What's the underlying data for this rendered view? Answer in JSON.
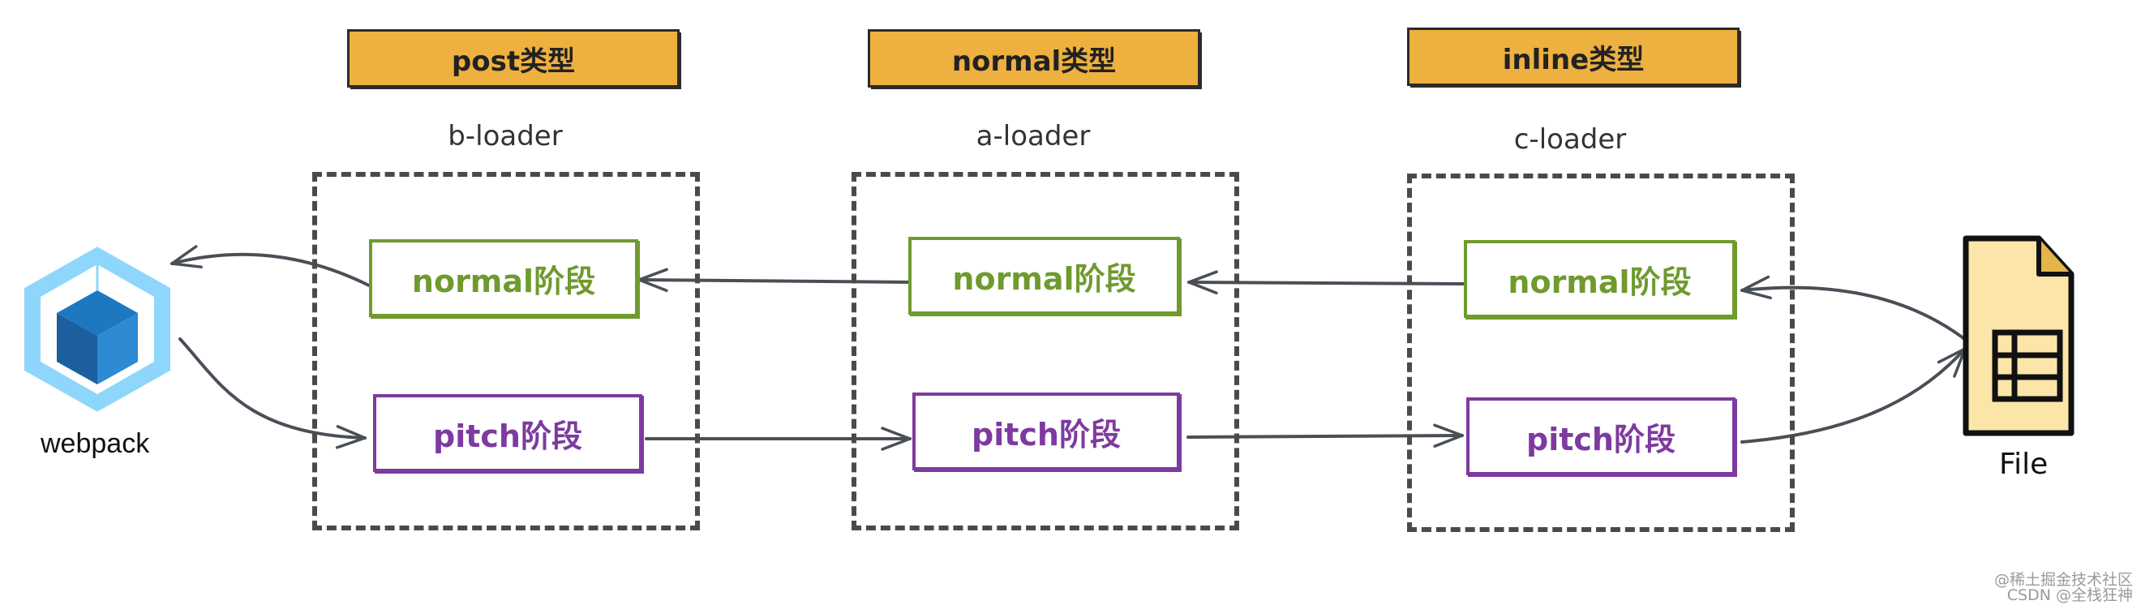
{
  "tags": {
    "post": "post类型",
    "normal": "normal类型",
    "inline": "inline类型"
  },
  "loaders": {
    "b": "b-loader",
    "a": "a-loader",
    "c": "c-loader"
  },
  "stages": {
    "normal": "normal阶段",
    "pitch": "pitch阶段"
  },
  "webpack": {
    "label": "webpack"
  },
  "file": {
    "label": "File"
  },
  "watermark": {
    "line1": "@稀土掘金技术社区",
    "line2": "CSDN @全栈狂神"
  },
  "colors": {
    "tag_fill": "#eeb03f",
    "normal_stage": "#6f9a2e",
    "pitch_stage": "#7d3aa0",
    "arrow": "#4a4f57",
    "webpack_light": "#8ed6fb",
    "webpack_dark": "#1c78c0",
    "file_fill": "#fbe5a8"
  }
}
